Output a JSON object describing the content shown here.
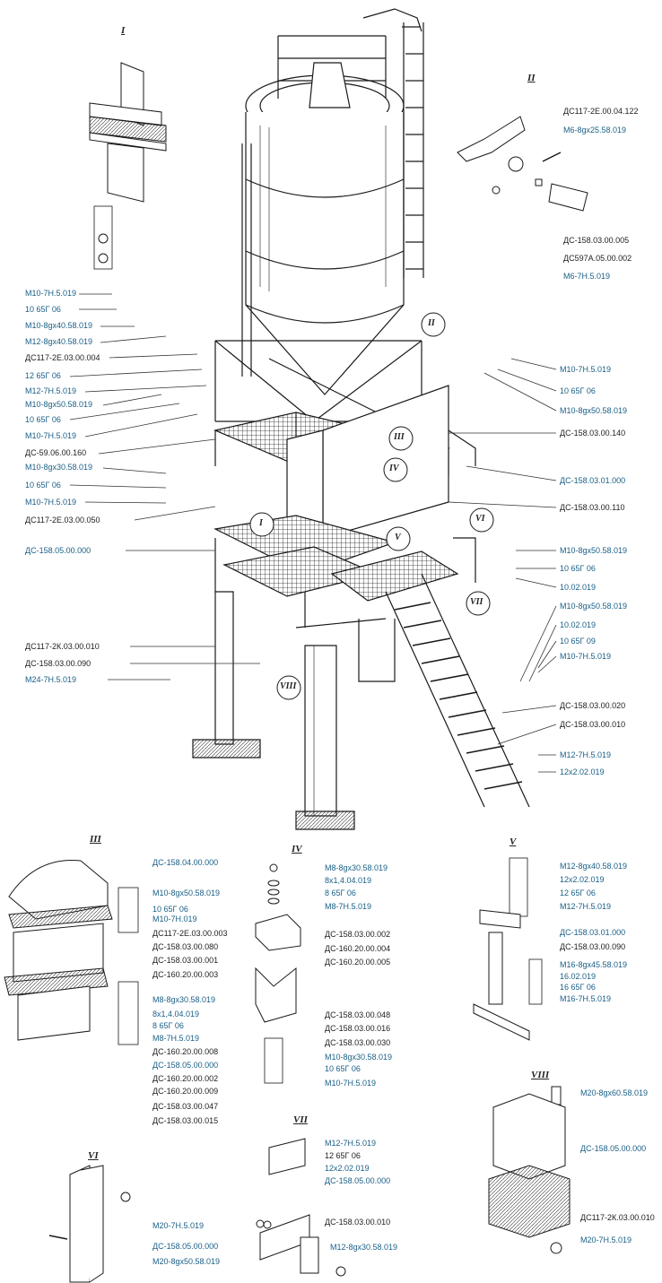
{
  "colors": {
    "blue_label": "#1a5f86",
    "black_label": "#222222",
    "line": "#1a1a1a"
  },
  "views": {
    "main": {
      "section_marks": [
        "II",
        "III",
        "IV",
        "I",
        "V",
        "VI",
        "VII",
        "VIII"
      ],
      "left": [
        "М10-7Н.5.019",
        "10 65Г 06",
        "М10-8gx40.58.019",
        "М12-8gx40.58.019",
        "ДС117-2Е.03.00.004",
        "12 65Г 06",
        "М12-7Н.5.019",
        "М10-8gx50.58.019",
        "10 65Г 06",
        "М10-7Н.5.019",
        "ДС-59.06.00.160",
        "М10-8gx30.58.019",
        "10 65Г 06",
        "М10-7Н.5.019",
        "ДС117-2Е.03.00.050",
        "ДС-158.05.00.000",
        "ДС117-2К.03.00.010",
        "ДС-158.03.00.090",
        "М24-7Н.5.019"
      ],
      "right": [
        "М10-7Н.5.019",
        "10 65Г 06",
        "М10-8gx50.58.019",
        "ДС-158.03.00.140",
        "ДС-158.03.01.000",
        "ДС-158.03.00.110",
        "М10-8gx50.58.019",
        "10 65Г 06",
        "10.02.019",
        "М10-8gx50.58.019",
        "10.02.019",
        "10 65Г 09",
        "М10-7Н.5.019",
        "ДС-158.03.00.020",
        "ДС-158.03.00.010",
        "М12-7Н.5.019",
        "12х2.02.019"
      ]
    },
    "I": {
      "title": "I"
    },
    "II": {
      "title": "II",
      "labels": [
        "ДС117-2Е.00.04.122",
        "М6-8gx25.58.019",
        "ДС-158.03.00.005",
        "ДС597А.05.00.002",
        "М6-7Н.5.019"
      ]
    },
    "III": {
      "title": "III",
      "labels": [
        "ДС-158.04.00.000",
        "М10-8gx50.58.019",
        "10 65Г 06",
        "М10-7Н.019",
        "ДС117-2Е.03.00.003",
        "ДС-158.03.00.080",
        "ДС-158.03.00.001",
        "ДС-160.20.00.003",
        "М8-8gx30.58.019",
        "8х1,4.04.019",
        "8 65Г 06",
        "М8-7Н.5.019",
        "ДС-160.20.00.008",
        "ДС-158.05.00.000",
        "ДС-160.20.00.002",
        "ДС-160.20.00.009"
      ]
    },
    "IV": {
      "title": "IV",
      "labels": [
        "М8-8gx30.58.019",
        "8х1,4.04.019",
        "8 65Г 06",
        "М8-7Н.5.019",
        "ДС-158.03.00.002",
        "ДС-160.20.00.004",
        "ДС-160.20.00.005",
        "ДС-158.03.00.048",
        "ДС-158.03.00.016",
        "ДС-158.03.00.030",
        "М10-8gx30.58.019",
        "10 65Г 06",
        "М10-7Н.5.019",
        "ДС-158.03.00.047",
        "ДС-158.03.00.015"
      ]
    },
    "V": {
      "title": "V",
      "labels": [
        "М12-8gx40.58.019",
        "12х2.02.019",
        "12 65Г 06",
        "М12-7Н.5.019",
        "ДС-158.03.01.000",
        "ДС-158.03.00.090",
        "М16-8gx45.58.019",
        "16.02.019",
        "16 65Г 06",
        "М16-7Н.5.019"
      ]
    },
    "VI": {
      "title": "VI",
      "labels": [
        "М20-7Н.5.019",
        "ДС-158.05.00.000",
        "М20-8gx50.58.019"
      ]
    },
    "VII": {
      "title": "VII",
      "labels": [
        "М12-7Н.5.019",
        "12 65Г 06",
        "12х2.02.019",
        "ДС-158.05.00.000",
        "ДС-158.03.00.010",
        "М12-8gx30.58.019"
      ]
    },
    "VIII": {
      "title": "VIII",
      "labels": [
        "М20-8gx60.58.019",
        "ДС-158.05.00.000",
        "ДС117-2К.03.00.010",
        "М20-7Н.5.019"
      ]
    }
  }
}
